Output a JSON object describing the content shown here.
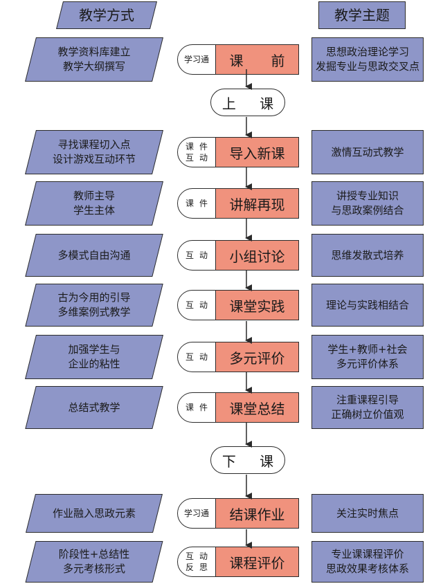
{
  "headers": {
    "left": "教学方式",
    "right": "教学主题"
  },
  "upper_connector": "上 课",
  "lower_connector": "下 课",
  "rows": [
    {
      "method": "教学资料库建立\n教学大纲撰写",
      "tag": [
        "学习通"
      ],
      "step": "课　　前",
      "theme": "思想政治理论学习\n发掘专业与思政交叉点"
    },
    {
      "method": "寻找课程切入点\n设计游戏互动环节",
      "tag": [
        "课件",
        "互动"
      ],
      "step": "导入新课",
      "theme": "激情互动式教学"
    },
    {
      "method": "教师主导\n学生主体",
      "tag": [
        "课件"
      ],
      "step": "讲解再现",
      "theme": "讲授专业知识\n与思政案例结合"
    },
    {
      "method": "多模式自由沟通",
      "tag": [
        "互动"
      ],
      "step": "小组讨论",
      "theme": "思维发散式培养"
    },
    {
      "method": "古为今用的引导\n多维案例式教学",
      "tag": [
        "互动"
      ],
      "step": "课堂实践",
      "theme": "理论与实践相结合"
    },
    {
      "method": "加强学生与\n企业的粘性",
      "tag": [
        "互动"
      ],
      "step": "多元评价",
      "theme": "学生+教师+社会\n多元评价体系"
    },
    {
      "method": "总结式教学",
      "tag": [
        "课件"
      ],
      "step": "课堂总结",
      "theme": "注重课程引导\n正确树立价值观"
    },
    {
      "method": "作业融入思政元素",
      "tag": [
        "学习通"
      ],
      "step": "结课作业",
      "theme": "关注实时焦点"
    },
    {
      "method": "阶段性+总结性\n多元考核形式",
      "tag": [
        "互动",
        "反思"
      ],
      "step": "课程评价",
      "theme": "专业课课程评价\n思政效果考核体系"
    }
  ]
}
